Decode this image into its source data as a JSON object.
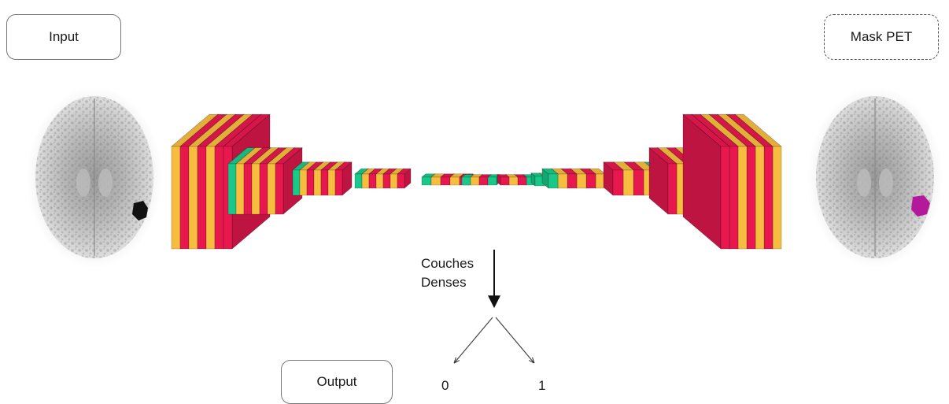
{
  "labels": {
    "input": "Input",
    "mask": "Mask PET",
    "output": "Output",
    "dense_line1": "Couches",
    "dense_line2": "Denses",
    "class0": "0",
    "class1": "1"
  },
  "colors": {
    "red": "#e8184f",
    "yellow": "#f7bd3f",
    "green": "#18c98a",
    "lesion_input": "#111111",
    "lesion_mask": "#b4199c"
  },
  "encoder_blocks": [
    [
      "y",
      "r",
      "y",
      "r",
      "y",
      "r",
      "r"
    ],
    [
      "g",
      "y",
      "r",
      "y",
      "r",
      "y",
      "r"
    ],
    [
      "g",
      "y",
      "r",
      "y",
      "r",
      "y",
      "r"
    ],
    [
      "g",
      "y",
      "r",
      "y",
      "r",
      "y",
      "r"
    ],
    [
      "g",
      "y",
      "r",
      "y",
      "r"
    ],
    [
      "g",
      "y",
      "r",
      "g"
    ]
  ],
  "decoder_blocks": [
    [
      "r",
      "y",
      "r",
      "g"
    ],
    [
      "g",
      "y",
      "r",
      "y",
      "r"
    ],
    [
      "g",
      "y",
      "r",
      "y",
      "r",
      "y"
    ],
    [
      "r",
      "y",
      "r",
      "y",
      "g"
    ],
    [
      "r",
      "y",
      "r",
      "y",
      "r",
      "y",
      "g"
    ],
    [
      "r",
      "r",
      "y",
      "r",
      "y",
      "r",
      "y"
    ]
  ]
}
